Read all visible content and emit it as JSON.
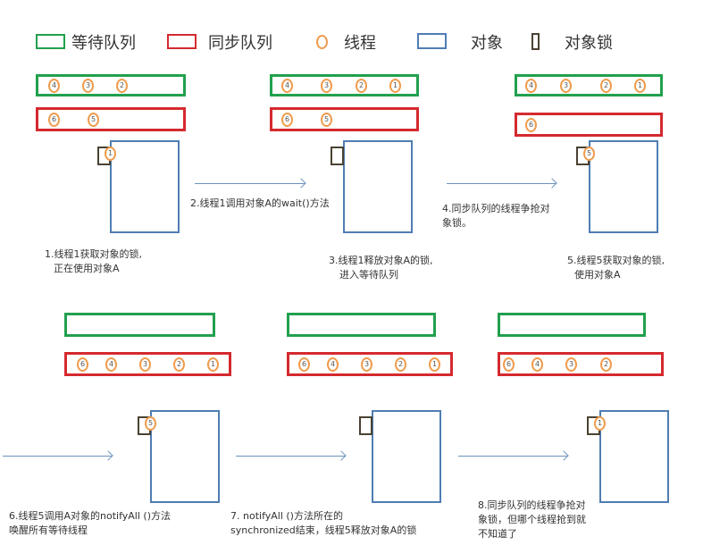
{
  "legend": [
    {
      "label": "等待队列",
      "kind": "wait-queue",
      "color": "#22a04e"
    },
    {
      "label": "同步队列",
      "kind": "sync-queue",
      "color": "#d42a2f"
    },
    {
      "label": "线程",
      "kind": "thread",
      "color": "#ef9b4d"
    },
    {
      "label": "对象",
      "kind": "object",
      "color": "#4f7db3"
    },
    {
      "label": "对象锁",
      "kind": "object-lock",
      "color": "#4a4232"
    }
  ],
  "steps": [
    {
      "wait": [
        "4",
        "3",
        "2"
      ],
      "sync": [
        "6",
        "5"
      ],
      "holder": "1",
      "caption": [
        "1.线程1获取对象的锁,",
        "正在使用对象A"
      ]
    },
    {
      "wait": [
        "4",
        "3",
        "2",
        "1"
      ],
      "sync": [
        "6",
        "5"
      ],
      "holder": "",
      "caption": [
        "3.线程1释放对象A的锁,",
        "进入等待队列"
      ]
    },
    {
      "wait": [
        "4",
        "3",
        "2",
        "1"
      ],
      "sync": [
        "6"
      ],
      "holder": "5",
      "caption": [
        "5.线程5获取对象的锁,",
        "使用对象A"
      ]
    },
    {
      "wait": [],
      "sync": [
        "6",
        "4",
        "3",
        "2",
        "1"
      ],
      "holder": "5",
      "caption": [
        "6.线程5调用A对象的notifyAll ()方法",
        "唤醒所有等待线程"
      ]
    },
    {
      "wait": [],
      "sync": [
        "6",
        "4",
        "3",
        "2",
        "1"
      ],
      "holder": "",
      "caption": [
        "7. notifyAll ()方法所在的",
        "synchronized结束，线程5释放对象A的锁"
      ]
    },
    {
      "wait": [],
      "sync": [
        "6",
        "4",
        "3",
        "2"
      ],
      "holder": "1",
      "caption": [
        "8.同步队列的线程争抢对",
        "象锁，但哪个线程抢到就",
        "不知道了"
      ]
    }
  ],
  "transitions": [
    {
      "caption": [
        "2.线程1调用对象A的wait()方法"
      ]
    },
    {
      "caption": [
        "4.同步队列的线程争抢对",
        "象锁。"
      ]
    },
    {
      "caption": []
    },
    {
      "caption": []
    },
    {
      "caption": []
    }
  ]
}
